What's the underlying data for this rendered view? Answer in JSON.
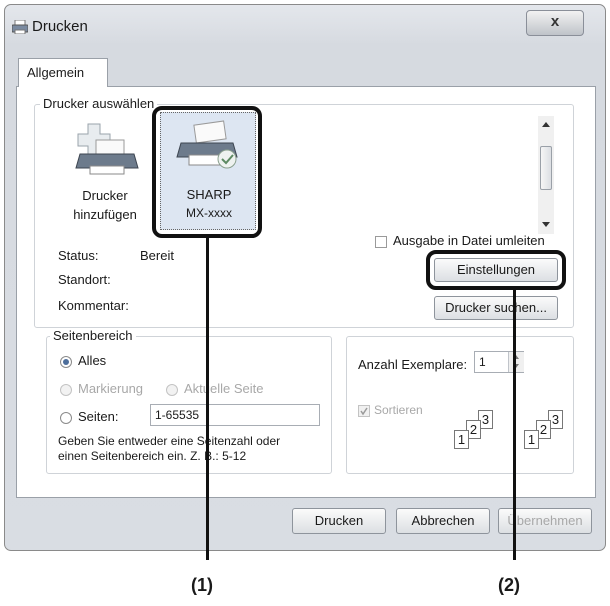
{
  "window": {
    "title": "Drucken",
    "close_symbol": "x"
  },
  "tabs": [
    {
      "label": "Allgemein",
      "active": true
    }
  ],
  "printer_group": {
    "legend": "Drucker auswählen",
    "items": [
      {
        "line1": "Drucker",
        "line2": "hinzufügen",
        "icon": "add-printer-icon"
      },
      {
        "line1": "SHARP",
        "line2": "MX-xxxx",
        "icon": "printer-icon",
        "selected": true
      }
    ],
    "status_label": "Status:",
    "status_value": "Bereit",
    "location_label": "Standort:",
    "location_value": "",
    "comment_label": "Kommentar:",
    "comment_value": "",
    "print_to_file_label": "Ausgabe in Datei umleiten",
    "preferences_button": "Einstellungen",
    "find_printer_button": "Drucker suchen..."
  },
  "page_range": {
    "legend": "Seitenbereich",
    "all_label": "Alles",
    "selection_label": "Markierung",
    "current_page_label": "Aktuelle Seite",
    "pages_label": "Seiten:",
    "pages_value": "1-65535",
    "hint_line1": "Geben Sie entweder eine Seitenzahl oder",
    "hint_line2": "einen Seitenbereich ein. Z. B.: 5-12"
  },
  "copies": {
    "label": "Anzahl Exemplare:",
    "value": "1",
    "collate_label": "Sortieren",
    "collate_digits": [
      "1",
      "2",
      "3"
    ]
  },
  "buttons": {
    "print": "Drucken",
    "cancel": "Abbrechen",
    "apply": "Übernehmen"
  },
  "callouts": {
    "one": "(1)",
    "two": "(2)"
  },
  "colors": {
    "accent": "#4d6e9b",
    "highlight": "#111111"
  }
}
